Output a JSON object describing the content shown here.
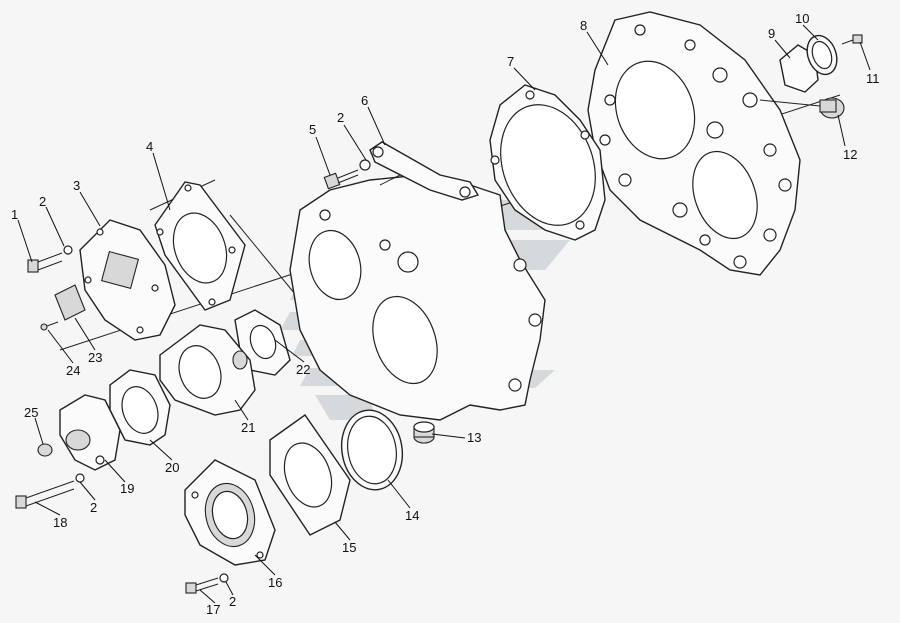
{
  "callouts": [
    "1",
    "2",
    "3",
    "4",
    "2",
    "5",
    "6",
    "7",
    "8",
    "9",
    "10",
    "11",
    "12",
    "13",
    "14",
    "15",
    "16",
    "17",
    "2",
    "18",
    "2",
    "19",
    "20",
    "21",
    "22",
    "23",
    "24",
    "25"
  ],
  "colors": {
    "line": "#222222",
    "watermark": "#c9cfd2",
    "background": "#f6f6f6"
  }
}
